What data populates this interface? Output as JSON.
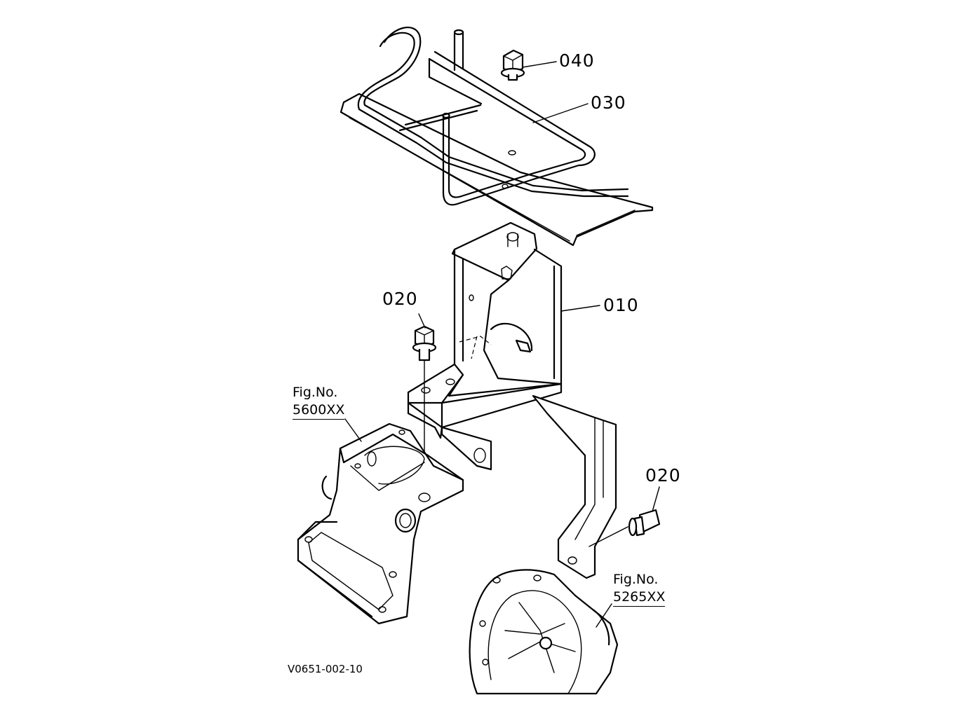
{
  "part_labels": {
    "p040": "040",
    "p030": "030",
    "p010": "010",
    "p020_left": "020",
    "p020_right": "020"
  },
  "fig_refs": {
    "left": {
      "line1": "Fig.No.",
      "line2": "5600XX"
    },
    "right": {
      "line1": "Fig.No.",
      "line2": "5265XX"
    }
  },
  "drawing_code": "V0651-002-10"
}
